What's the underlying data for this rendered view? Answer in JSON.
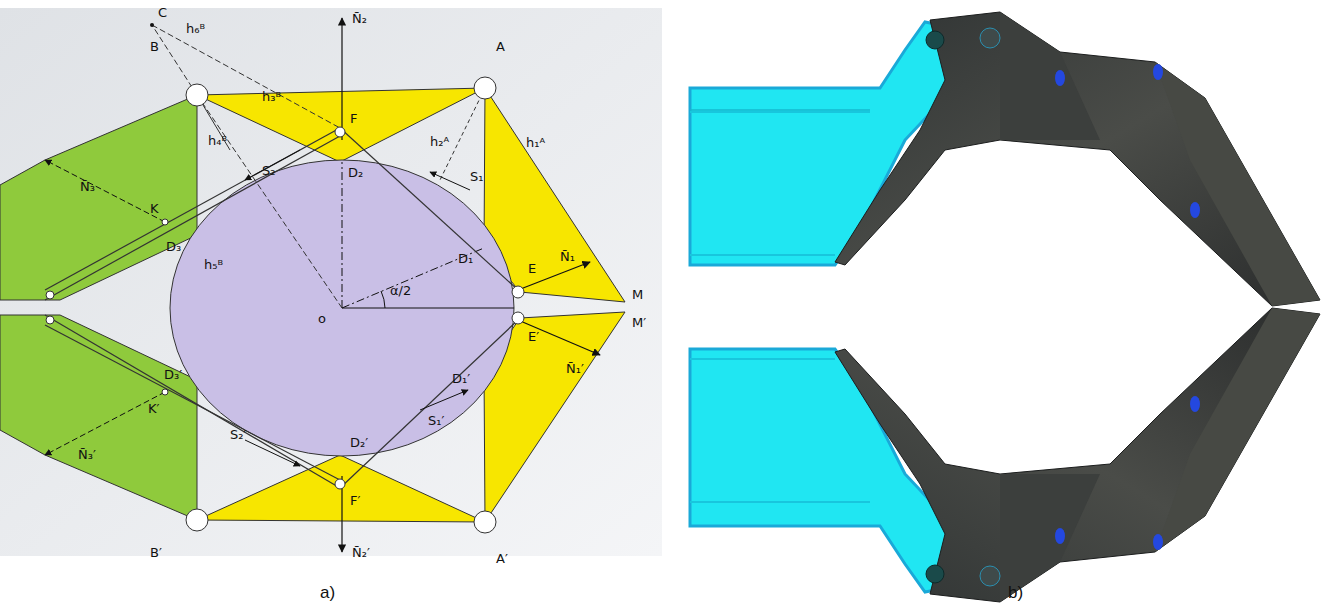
{
  "diagram": {
    "labels": [
      "C",
      "h₆ᴮ",
      "B",
      "A",
      "N̄₂",
      "F",
      "D₂",
      "h₃ᴮ",
      "h₂ᴬ",
      "h₁ᴬ",
      "h₄ᴮ",
      "S₂",
      "S₁",
      "N̄₃",
      "K",
      "D₃",
      "E",
      "N̄₁",
      "D₁",
      "h₅ᴮ",
      "o",
      "α/2",
      "M",
      "M′",
      "D₃′",
      "D₁′",
      "E′",
      "N̄₁′",
      "K′",
      "N̄₃′",
      "D₂′",
      "S₁′",
      "S₂′",
      "F′",
      "N̄₂′",
      "B′",
      "A′",
      "a)",
      "b)"
    ]
  }
}
